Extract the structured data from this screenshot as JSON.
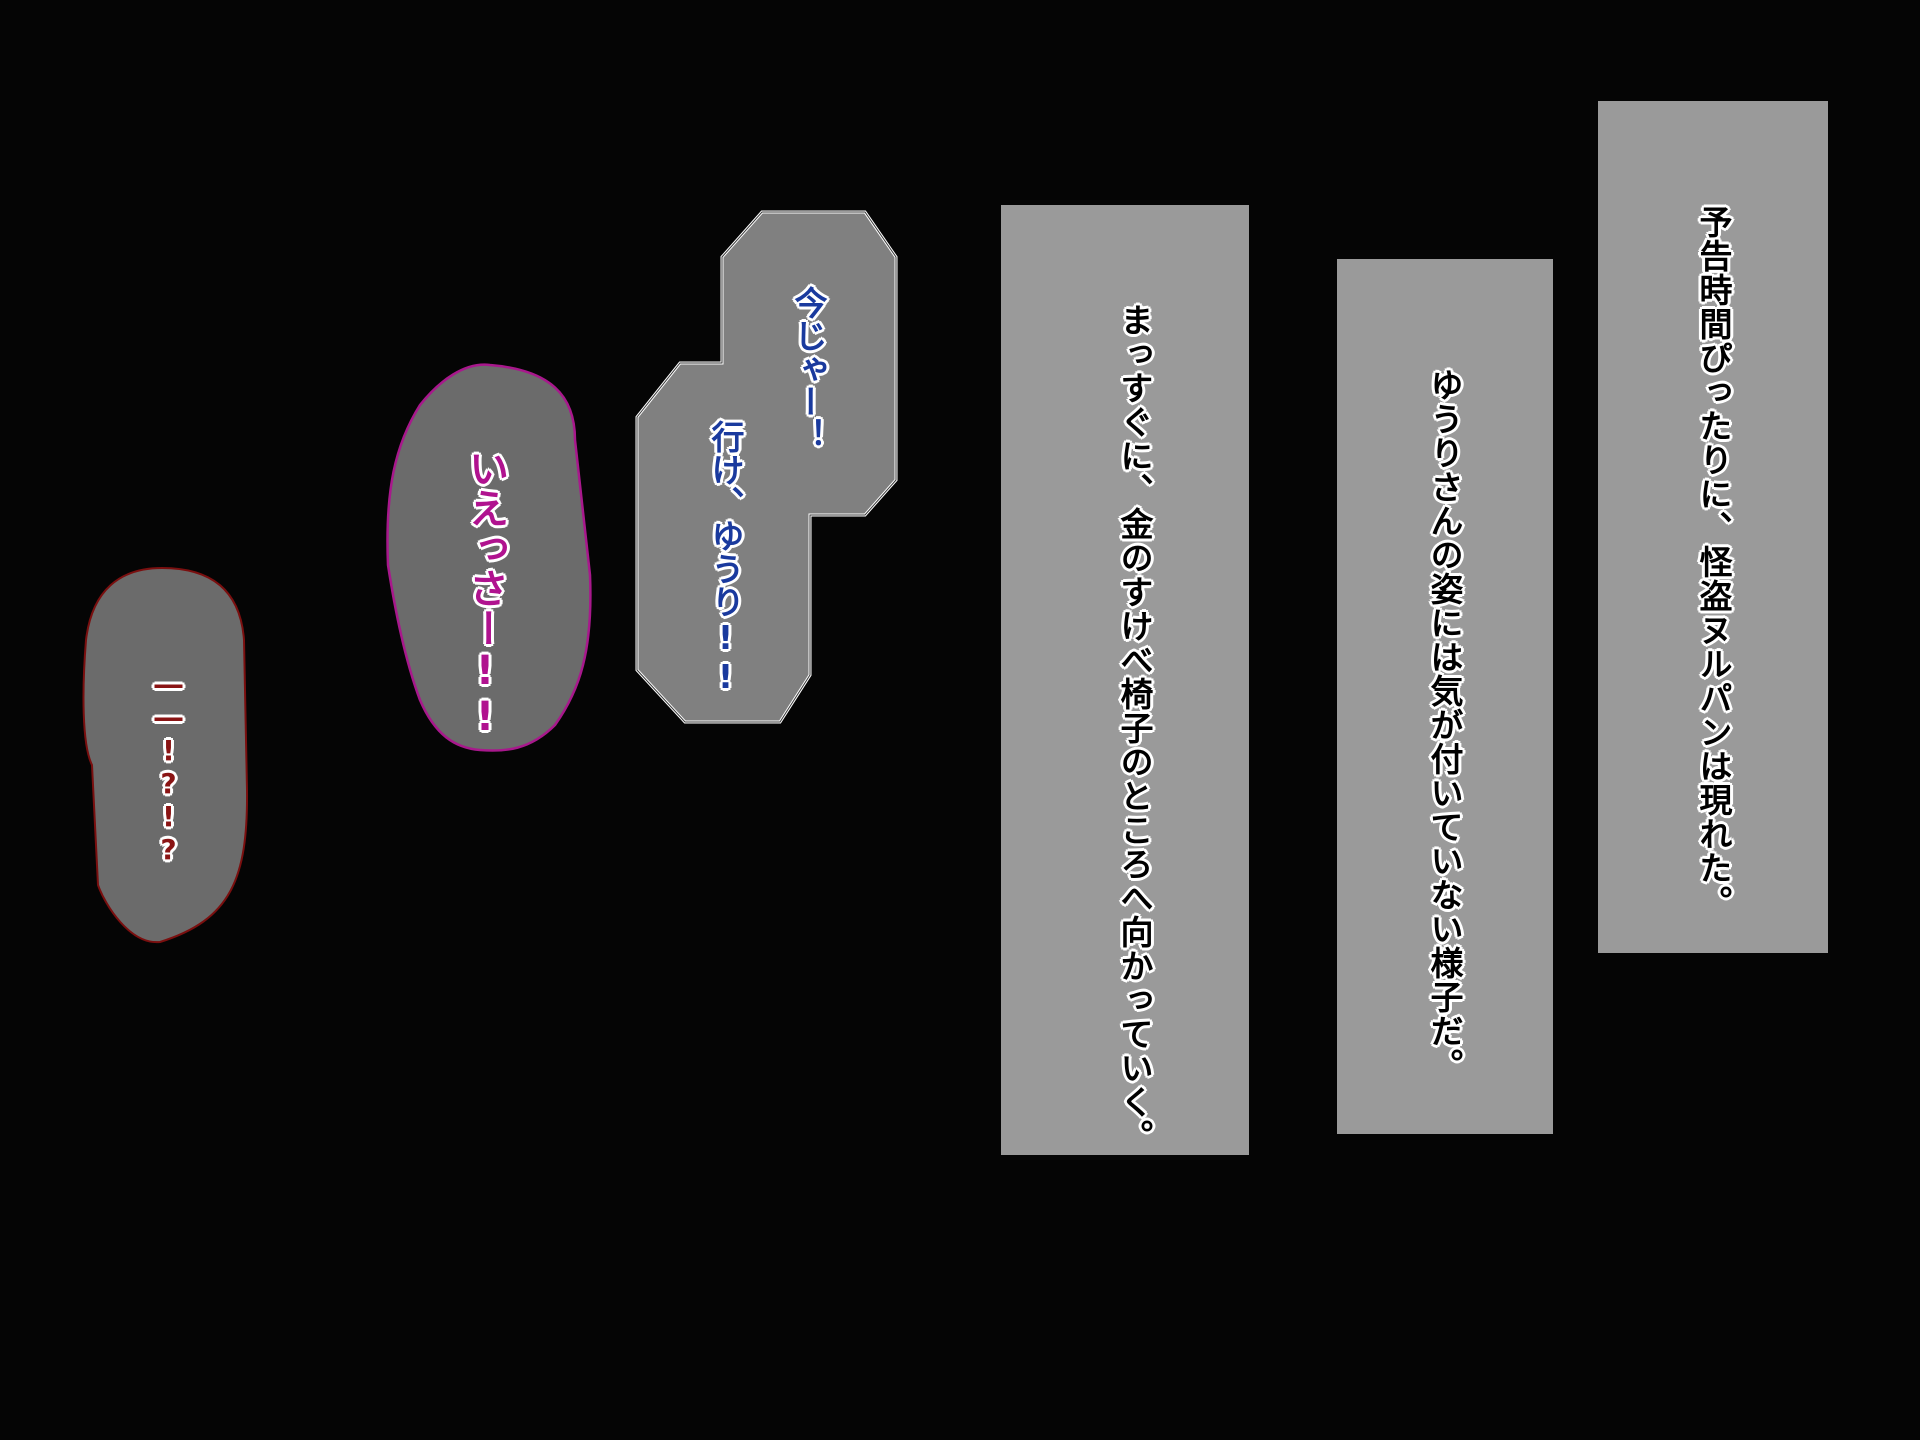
{
  "narration": {
    "box_1": "予告時間ぴったりに、怪盗ヌルパンは現れた。",
    "box_2": "ゆうりさんの姿には気が付いていない様子だ。",
    "box_3": "まっすぐに、金のすけべ椅子のところへ向かっていく。"
  },
  "bubbles": {
    "blue_top": "今じゃー！",
    "blue_bottom": "行け、ゆうり!!",
    "magenta": "いえっさー!!",
    "red": "――!?!?"
  },
  "colors": {
    "background": "#050505",
    "narration_box": "#9a9a9a",
    "bubble_fill": "#6b6b6b",
    "blue_speaker": "#1a3a9e",
    "magenta_speaker": "#b0128f",
    "red_speaker": "#8a1414"
  }
}
